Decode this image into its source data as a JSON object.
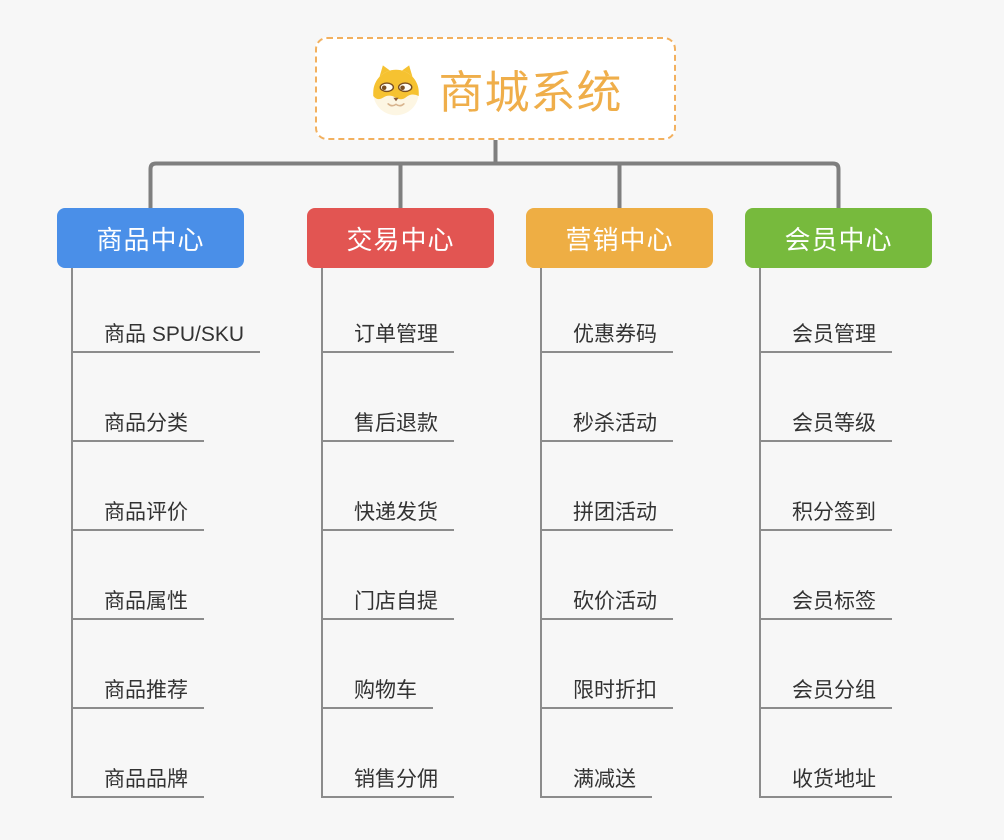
{
  "canvas": {
    "background": "#f7f7f7",
    "connector_color": "#7f7f7f",
    "sub_line_color": "#8c8c8c"
  },
  "root": {
    "title": "商城系统",
    "icon": "doge-icon",
    "text_color": "#efae4a",
    "border_color": "#f2b05e"
  },
  "branches": [
    {
      "label": "商品中心",
      "color": "#4a8fe8",
      "children": [
        "商品 SPU/SKU",
        "商品分类",
        "商品评价",
        "商品属性",
        "商品推荐",
        "商品品牌"
      ]
    },
    {
      "label": "交易中心",
      "color": "#e25552",
      "children": [
        "订单管理",
        "售后退款",
        "快递发货",
        "门店自提",
        "购物车",
        "销售分佣"
      ]
    },
    {
      "label": "营销中心",
      "color": "#eeae44",
      "children": [
        "优惠券码",
        "秒杀活动",
        "拼团活动",
        "砍价活动",
        "限时折扣",
        "满减送"
      ]
    },
    {
      "label": "会员中心",
      "color": "#77ba3d",
      "children": [
        "会员管理",
        "会员等级",
        "积分签到",
        "会员标签",
        "会员分组",
        "收货地址"
      ]
    }
  ]
}
